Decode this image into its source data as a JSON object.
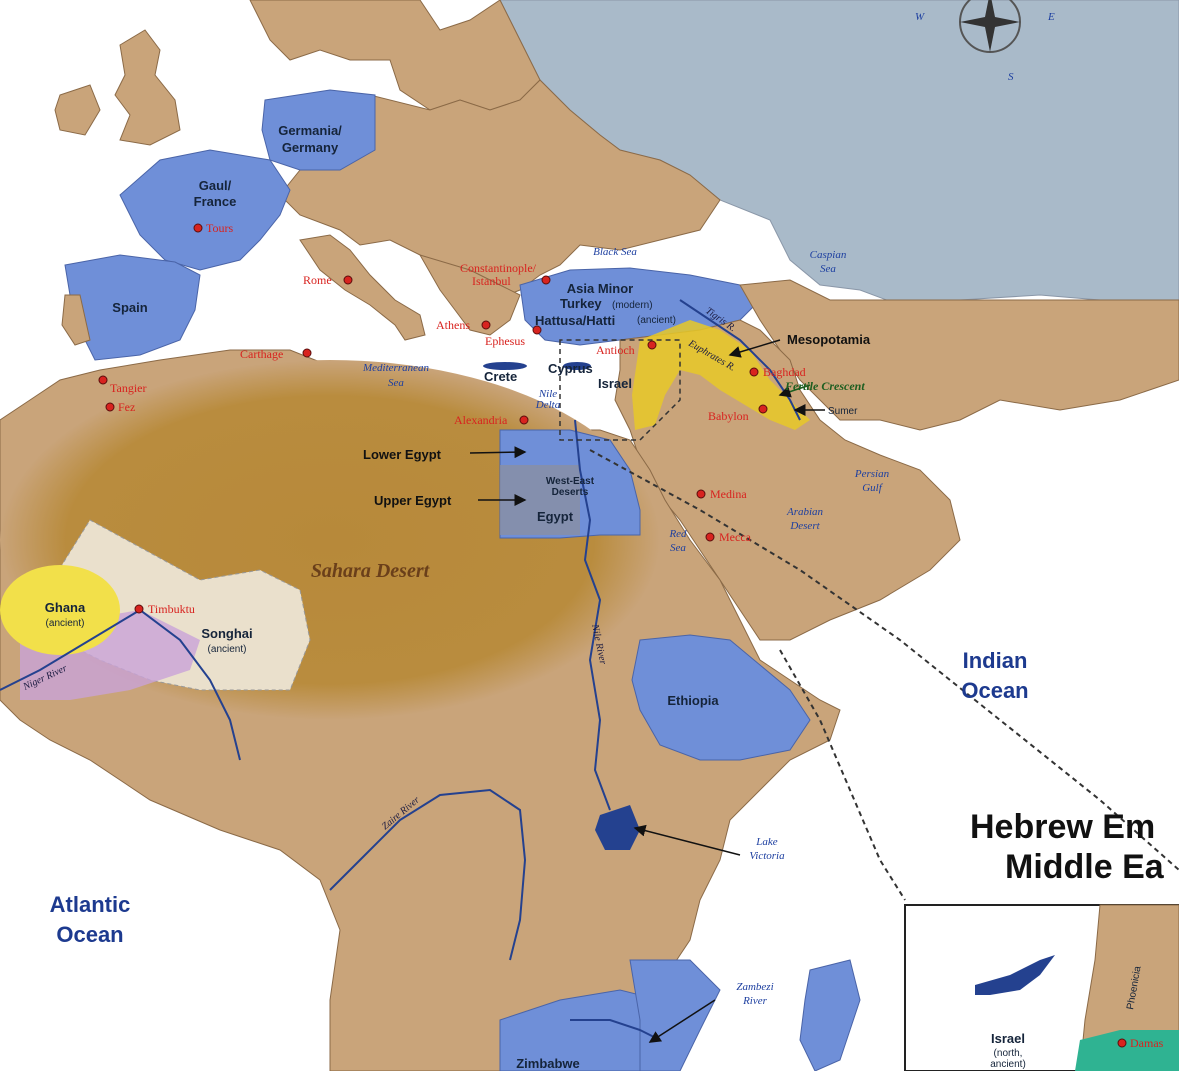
{
  "colors": {
    "land": "#c9a47a",
    "sea": "#ffffff",
    "highlight_blue": "#6f8fd8",
    "russia_gray": "#a9bac9",
    "sahara": "#b7893a",
    "fertile_yellow": "#e8c928",
    "lake": "#24418f"
  },
  "oceans": {
    "atlantic": [
      "Atlantic",
      "Ocean"
    ],
    "indian": [
      "Indian",
      "Ocean"
    ]
  },
  "seas": {
    "black_sea": "Black Sea",
    "caspian": [
      "Caspian",
      "Sea"
    ],
    "mediterranean": [
      "Mediterranean",
      "Sea"
    ],
    "red_sea": [
      "Red",
      "Sea"
    ],
    "persian_gulf": [
      "Persian",
      "Gulf"
    ],
    "lake_victoria": [
      "Lake",
      "Victoria"
    ],
    "nile_delta": [
      "Nile",
      "Delta"
    ]
  },
  "regions": {
    "germania": [
      "Germania/",
      "Germany"
    ],
    "gaul": [
      "Gaul/",
      "France"
    ],
    "spain": "Spain",
    "asia_minor": "Asia Minor",
    "turkey": "Turkey",
    "turkey_note": "(modern)",
    "hattusa": "Hattusa/Hatti",
    "hattusa_note": "(ancient)",
    "crete": "Crete",
    "cyprus": "Cyprus",
    "israel": "Israel",
    "lower_egypt": "Lower Egypt",
    "upper_egypt": "Upper Egypt",
    "west_east_deserts": [
      "West-East",
      "Deserts"
    ],
    "egypt": "Egypt",
    "mesopotamia": "Mesopotamia",
    "sumer": "Sumer",
    "ethiopia": "Ethiopia",
    "ghana": "Ghana",
    "ghana_note": "(ancient)",
    "songhai": "Songhai",
    "songhai_note": "(ancient)",
    "zimbabwe": "Zimbabwe",
    "arabian_desert": [
      "Arabian",
      "Desert"
    ],
    "sahara_desert": "Sahara Desert",
    "fertile_crescent": "Fertile Crescent"
  },
  "cities": {
    "tours": "Tours",
    "rome": "Rome",
    "constantinople": [
      "Constantinople/",
      "Istanbul"
    ],
    "athens": "Athens",
    "ephesus": "Ephesus",
    "antioch": "Antioch",
    "carthage": "Carthage",
    "tangier": "Tangier",
    "fez": "Fez",
    "alexandria": "Alexandria",
    "baghdad": "Baghdad",
    "babylon": "Babylon",
    "medina": "Medina",
    "mecca": "Mecca",
    "timbuktu": "Timbuktu",
    "damascus": "Damas"
  },
  "rivers": {
    "tigris": "Tigris R.",
    "euphrates": "Euphrates R.",
    "nile": "Nile River",
    "niger": "Niger River",
    "zaire": "Zaire River",
    "zambezi": [
      "Zambezi",
      "River"
    ]
  },
  "inset": {
    "title": [
      "Hebrew Em",
      "Middle Ea"
    ],
    "israel": "Israel",
    "israel_note": [
      "(north,",
      "ancient)"
    ],
    "phoenicia": "Phoenicia"
  },
  "compass": {
    "letters": [
      "W",
      "E",
      "S"
    ]
  }
}
